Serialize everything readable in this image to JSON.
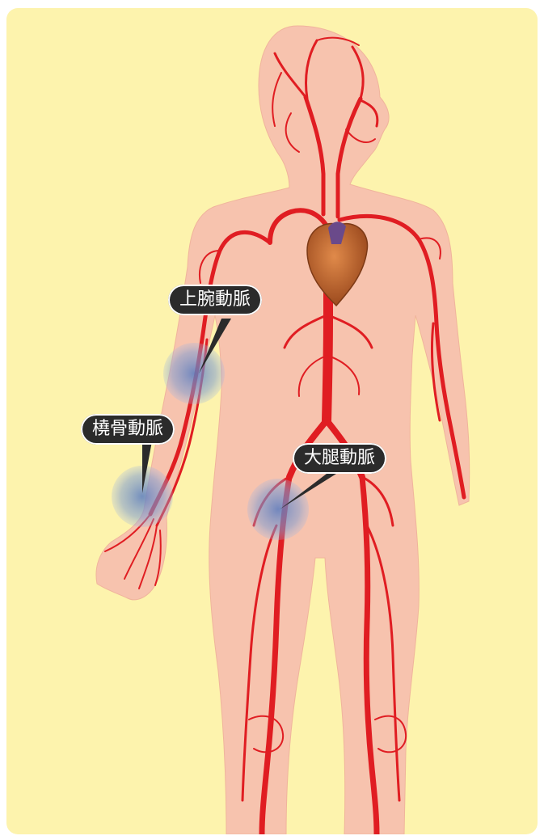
{
  "colors": {
    "background": "#fdf3ad",
    "body": "#f7c3ae",
    "artery": "#e01d22",
    "heart": "#c9642f",
    "pulse_marker": "#6f8fc8",
    "label_bg": "#2b2b2b"
  },
  "labels": {
    "brachial": "上腕動脈",
    "radial": "橈骨動脈",
    "femoral": "大腿動脈"
  }
}
